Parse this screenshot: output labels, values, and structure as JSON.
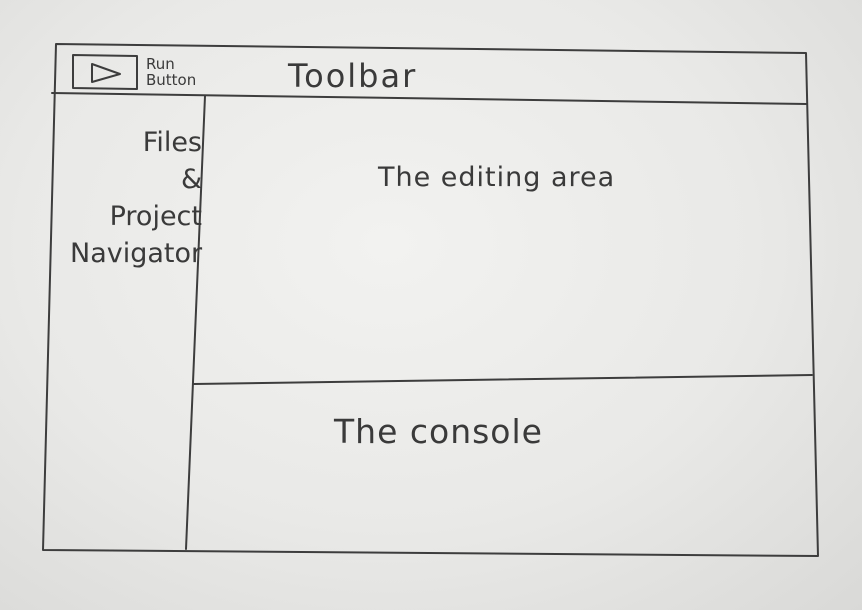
{
  "toolbar": {
    "run_button_label": "Run\nButton",
    "run_button_icon": "play-icon",
    "title": "Toolbar"
  },
  "sidebar": {
    "label": "Files\n&\nProject\nNavigator"
  },
  "editor": {
    "label": "The editing area"
  },
  "console": {
    "label": "The console"
  }
}
